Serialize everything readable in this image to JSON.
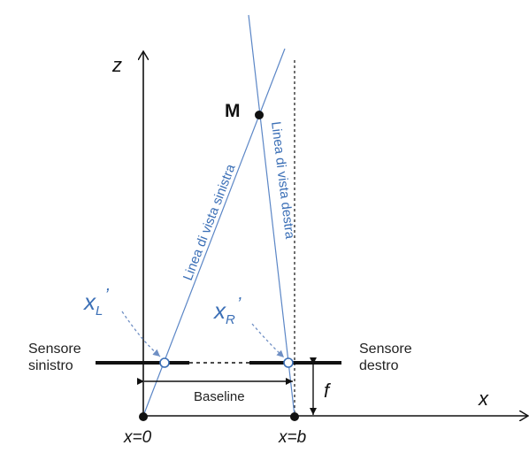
{
  "axes": {
    "z_label": "z",
    "x_label": "x",
    "focal_label": "f"
  },
  "points": {
    "M_label": "M",
    "origin_left": "x=0",
    "origin_right": "x=b"
  },
  "lines": {
    "left_view": "Linea di vista sinistra",
    "right_view": "Linea di vista destra"
  },
  "projections": {
    "left_main": "x",
    "left_sub": "L",
    "left_prime": "’",
    "right_main": "x",
    "right_sub": "R",
    "right_prime": "’"
  },
  "sensors": {
    "left_line1": "Sensore",
    "left_line2": "sinistro",
    "right_line1": "Sensore",
    "right_line2": "destro"
  },
  "baseline_label": "Baseline",
  "colors": {
    "blue": "#3b6fb6",
    "black": "#111111"
  }
}
